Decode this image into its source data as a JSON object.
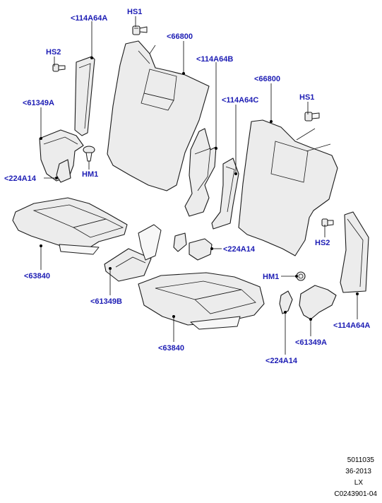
{
  "labels": {
    "hs1_top": "HS1",
    "p114A64A_top": "<114A64A",
    "hs2_left": "HS2",
    "p66800_left": "<66800",
    "p114A64B": "<114A64B",
    "p66800_right": "<66800",
    "p114A64C": "<114A64C",
    "hs1_right": "HS1",
    "p61349A_left": "<61349A",
    "hm1_left": "HM1",
    "p224A14_left": "<224A14",
    "p224A14_mid": "<224A14",
    "hs2_right": "HS2",
    "p63840_left": "<63840",
    "p61349B": "<61349B",
    "hm1_right": "HM1",
    "p114A64A_right": "<114A64A",
    "p63840_mid": "<63840",
    "p61349A_right": "<61349A",
    "p224A14_bottom": "<224A14"
  },
  "footer": {
    "line1": "5011035",
    "line2": "36-2013",
    "line3": "LX",
    "line4": "C0243901-04"
  },
  "colors": {
    "label": "#1c1cb4",
    "line": "#1a1a1a",
    "fill": "#ececec"
  }
}
